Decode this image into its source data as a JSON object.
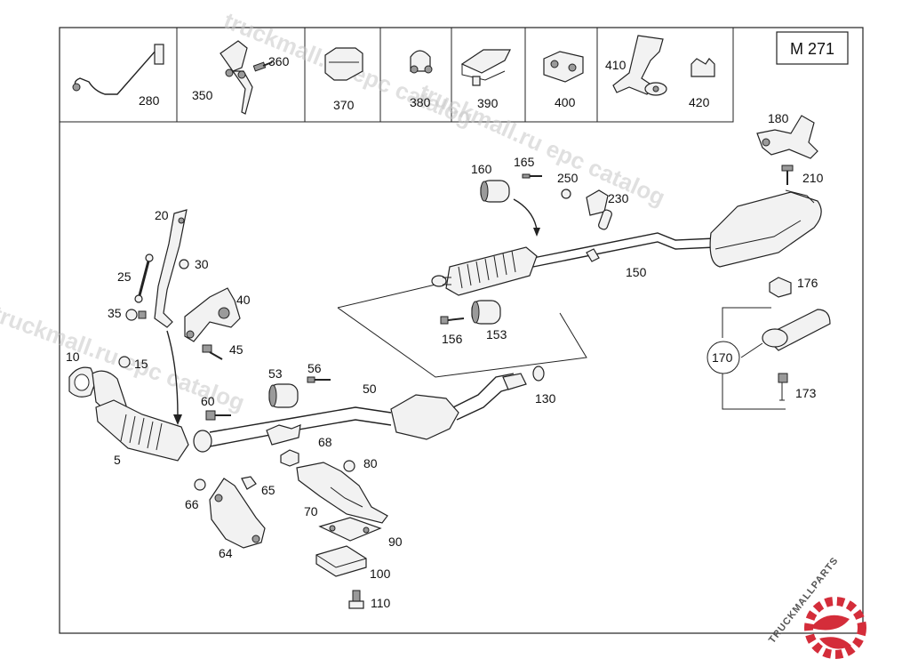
{
  "diagram_code": "M 271",
  "watermarks": [
    "truckmall.ru epc catalog",
    "truckmall.ru epc catalog",
    "truckmall.ru epc catalog"
  ],
  "logo_text": "TRUCKMALLPARTS",
  "top_row_labels": [
    "280",
    "350",
    "360",
    "370",
    "380",
    "390",
    "400",
    "410",
    "420"
  ],
  "part_labels": {
    "p5": "5",
    "p10": "10",
    "p15": "15",
    "p20": "20",
    "p25": "25",
    "p30": "30",
    "p35": "35",
    "p40": "40",
    "p45": "45",
    "p50": "50",
    "p53": "53",
    "p56": "56",
    "p60": "60",
    "p64": "64",
    "p65": "65",
    "p66": "66",
    "p68": "68",
    "p70": "70",
    "p80": "80",
    "p90": "90",
    "p100": "100",
    "p110": "110",
    "p130": "130",
    "p150": "150",
    "p153": "153",
    "p156": "156",
    "p160": "160",
    "p165": "165",
    "p170": "170",
    "p173": "173",
    "p176": "176",
    "p180": "180",
    "p210": "210",
    "p230": "230",
    "p250": "250"
  },
  "colors": {
    "line": "#222222",
    "watermark": "#c8c8c8",
    "logo_red": "#d42d3a"
  }
}
